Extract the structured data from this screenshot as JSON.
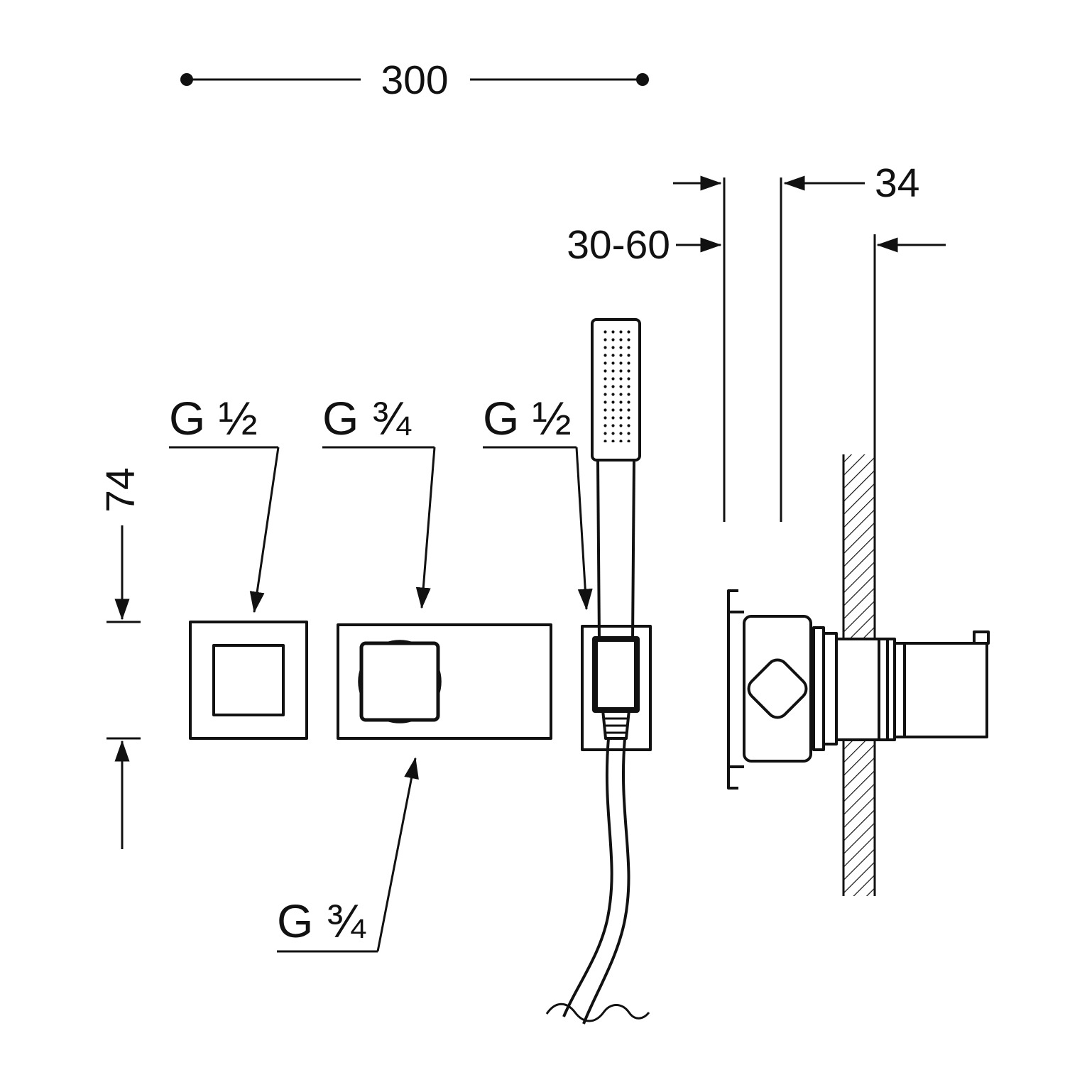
{
  "dims": {
    "overall_width": "300",
    "plate_height": "74",
    "recess_depth_range": "30-60",
    "projection": "34"
  },
  "threads": {
    "left": "G ½",
    "center_top": "G ¾",
    "handshower": "G ½",
    "center_bottom": "G ¾"
  },
  "colors": {
    "line": "#111111",
    "background": "#ffffff"
  }
}
